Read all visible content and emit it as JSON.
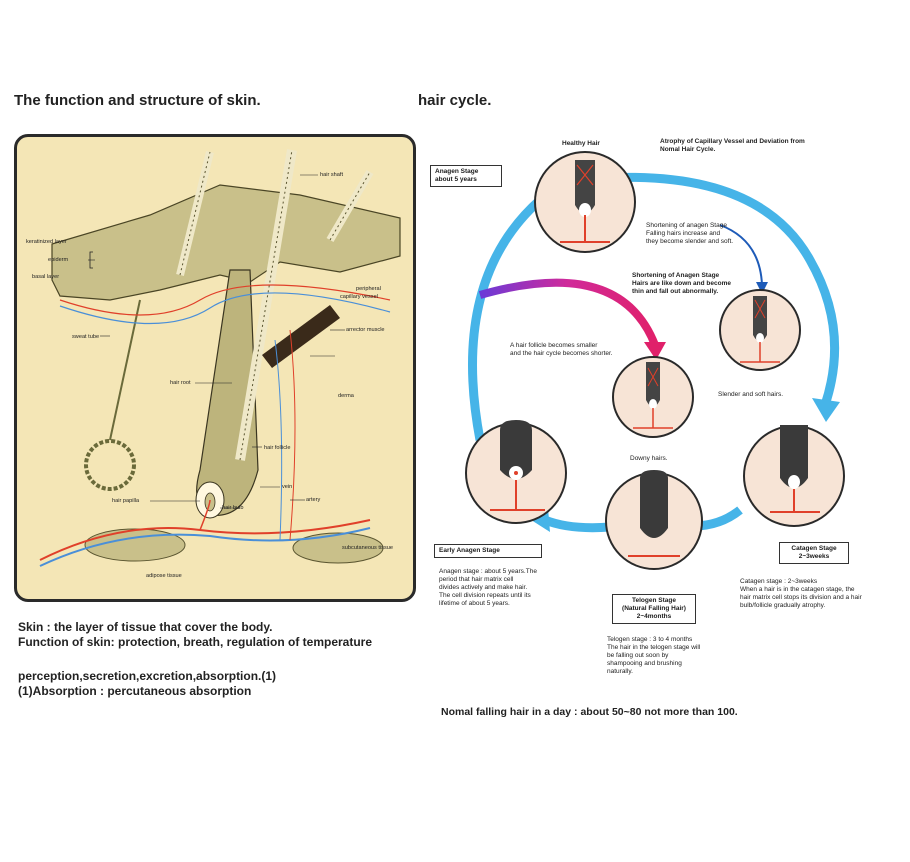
{
  "skin": {
    "title": "The function and structure of skin.",
    "labels": {
      "hair_shaft": "hair shaft",
      "keratinized_layer": "keratinized layer",
      "epiderm": "epiderm",
      "basal_layer": "basal layer",
      "peripheral": "peripheral",
      "capillary_vessel": "capillary vessel",
      "sweat_tube": "sweat tube",
      "arrector_muscle": "arrector muscle",
      "hair_root": "hair root",
      "derma": "derma",
      "hair_follicle": "hair follicle",
      "vein": "vein",
      "hair_papilla": "hair papilla",
      "hair_bulb": "hair bulb",
      "artery": "artery",
      "subcutaneous_tissue": "subcutaneous tissue",
      "adipose_tissue": "adipose tissue"
    },
    "description": {
      "line1": "Skin : the layer of tissue that cover the body.",
      "line2": "Function of skin: protection, breath, regulation of temperature",
      "line3": "perception,secretion,excretion,absorption.(1)",
      "line4": "(1)Absorption : percutaneous absorption"
    }
  },
  "cycle": {
    "title": "hair cycle.",
    "healthy_hair": "Healthy Hair",
    "atrophy_title_1": "Atrophy of Capillary Vessel and Deviation from",
    "atrophy_title_2": "Nomal Hair Cycle.",
    "anagen_box_1": "Anagen Stage",
    "anagen_box_2": "about 5 years",
    "shortening_small_1": "Shortening of anagen Stage",
    "shortening_small_2": "Falling hairs increase and",
    "shortening_small_3": "they become slender and soft.",
    "shortening_bold_1": "Shortening of Anagen Stage",
    "shortening_bold_2": "Hairs are like down and become",
    "shortening_bold_3": "thin and fall out abnormally.",
    "follicle_note_1": "A hair follicle becomes smaller",
    "follicle_note_2": "and the hair cycle becomes shorter.",
    "slender_hairs": "Slender and soft hairs.",
    "downy_hairs": "Downy hairs.",
    "early_anagen": "Early Anagen Stage",
    "anagen_desc_1": "Anagen stage : about 5 years.The",
    "anagen_desc_2": "period that hair matrix cell",
    "anagen_desc_3": "divides actively and make hair.",
    "anagen_desc_4": "The cell division repeats until its",
    "anagen_desc_5": "lifetime of about 5 years.",
    "telogen_box_1": "Telogen Stage",
    "telogen_box_2": "(Natural Falling Hair)",
    "telogen_box_3": "2~4months",
    "telogen_desc_1": "Telogen stage : 3 to 4 months",
    "telogen_desc_2": "The hair in the telogen stage will",
    "telogen_desc_3": "be falling out soon by",
    "telogen_desc_4": "shampooing and brushing",
    "telogen_desc_5": "naturally.",
    "catagen_box_1": "Catagen Stage",
    "catagen_box_2": "2~3weeks",
    "catagen_desc_1": "Catagen stage : 2~3weeks",
    "catagen_desc_2": "When a hair is in the catagen stage, the",
    "catagen_desc_3": "hair matrix cell stops its division and a hair",
    "catagen_desc_4": "bulb/follicle gradually atrophy.",
    "footer": "Nomal falling hair in a day : about 50~80 not more than 100."
  },
  "colors": {
    "panel_bg": "#f4e6b6",
    "tissue": "#c9c08a",
    "circle_fill": "#f7e4d6",
    "arrow_blue": "#46b4e8",
    "artery_red": "#e0402a",
    "vein_blue": "#4a8fd8"
  }
}
